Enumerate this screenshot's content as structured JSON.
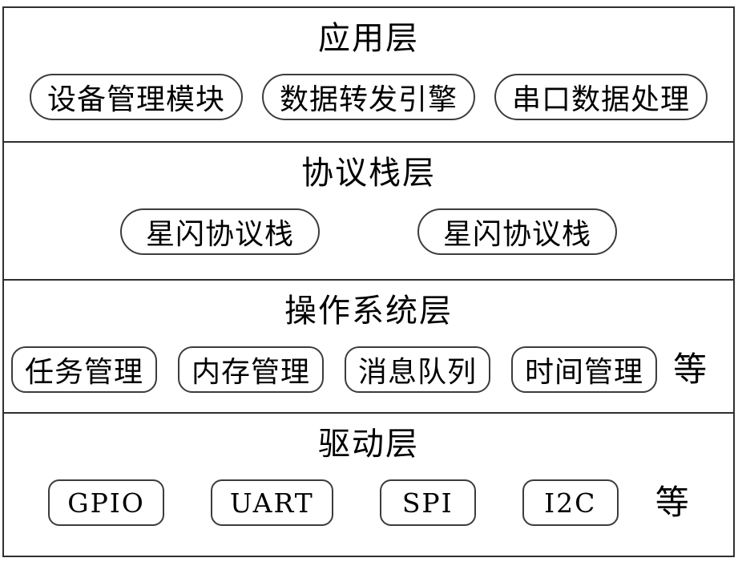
{
  "layers": [
    {
      "title": "应用层",
      "boxes": [
        "设备管理模块",
        "数据转发引擎",
        "串口数据处理"
      ]
    },
    {
      "title": "协议栈层",
      "boxes": [
        "星闪协议栈",
        "星闪协议栈"
      ]
    },
    {
      "title": "操作系统层",
      "boxes": [
        "任务管理",
        "内存管理",
        "消息队列",
        "时间管理"
      ],
      "suffix": "等"
    },
    {
      "title": "驱动层",
      "boxes": [
        "GPIO",
        "UART",
        "SPI",
        "I2C"
      ],
      "suffix": "等"
    }
  ],
  "colors": {
    "frame_line": "#2f2f2f",
    "box_border": "#3c3c3c",
    "background": "#ffffff",
    "text": "#000000"
  }
}
